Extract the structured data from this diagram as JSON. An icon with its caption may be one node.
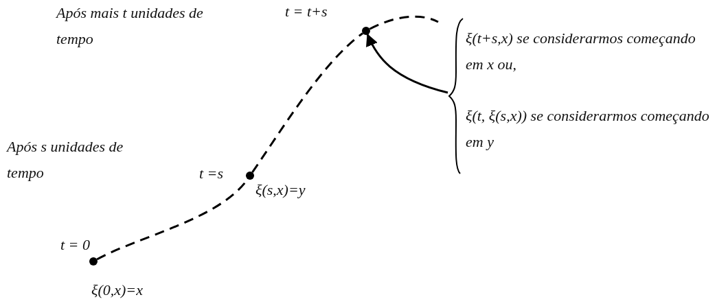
{
  "diagram": {
    "nodes": [
      {
        "text": [],
        "shape": "circle",
        "beside": [
          "t = 0",
          "ξ(0,x)=x"
        ]
      },
      {
        "text": [],
        "shape": "circle",
        "beside": [
          "t =s",
          "ξ(s,x)=y"
        ]
      },
      {
        "text": [],
        "shape": "circle",
        "beside": [
          "t = t+s"
        ]
      },
      {
        "text": [
          "ξ(t+s,x) se considerarmos começando em x ou,",
          "ξ(t, ξ(s,x)) se considerarmos começando em y"
        ]
      }
    ],
    "edges": [
      {
        "from": 0,
        "to": 1,
        "arrow": "none",
        "style": "dashed"
      },
      {
        "from": 1,
        "to": 2,
        "arrow": "none",
        "style": "dashed"
      },
      {
        "from": 2,
        "to": null,
        "arrow": "none",
        "style": "dashed"
      },
      {
        "from": 3,
        "to": 2,
        "arrow": "to"
      }
    ],
    "labels": [
      "Após mais t unidades de tempo",
      "Após s unidades de tempo"
    ]
  }
}
